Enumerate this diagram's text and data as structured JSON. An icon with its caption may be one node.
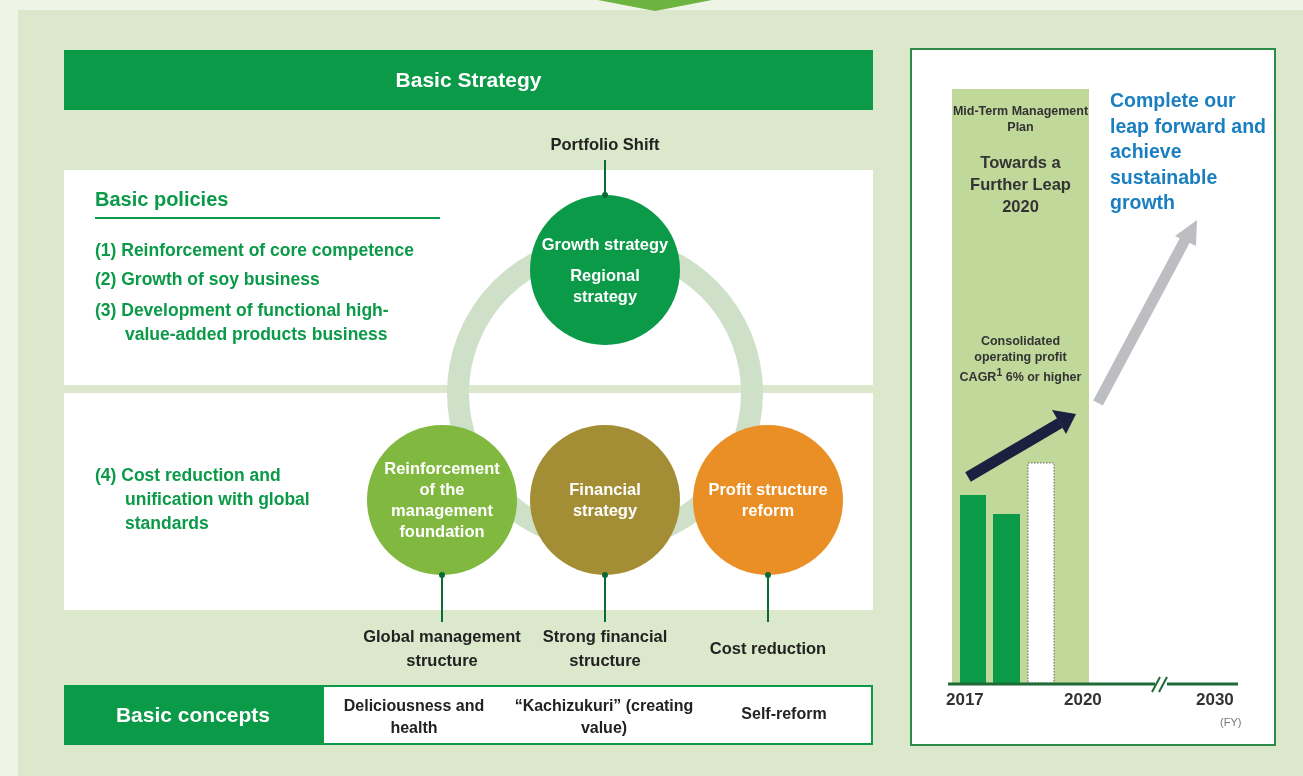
{
  "diagram": {
    "nodes": [
      {
        "text": [
          "Basic Strategy"
        ]
      },
      {
        "text": [
          "Basic policies",
          "(1) Reinforcement of core competence",
          "(2) Growth of soy business",
          "(3) Development of functional high-value-added products business"
        ]
      },
      {
        "text": [
          "(4) Cost reduction and unification with global standards"
        ]
      },
      {
        "text": [
          "Growth strategy",
          "Regional strategy"
        ],
        "in": 1
      },
      {
        "text": [
          "Portfolio Shift"
        ]
      },
      {
        "text": [
          "Reinforcement of the management foundation"
        ],
        "in": 2
      },
      {
        "text": [
          "Financial strategy"
        ],
        "in": 2
      },
      {
        "text": [
          "Profit structure reform"
        ],
        "in": 2
      },
      {
        "text": [
          "Global management structure"
        ]
      },
      {
        "text": [
          "Strong financial structure"
        ]
      },
      {
        "text": [
          "Cost reduction"
        ]
      },
      {
        "text": [
          "Basic concepts"
        ]
      },
      {
        "text": [
          "Deliciousness and health",
          "“Kachizukuri” (creating value)",
          "Self-reform"
        ]
      },
      {
        "text": [],
        "shape": "box"
      },
      {
        "text": [
          "Mid-Term Management Plan",
          "Towards a Further Leap 2020",
          "Consolidated operating profit CAGR$^{1}$ 6% or higher"
        ],
        "in": 13
      }
    ],
    "edges": [
      {
        "from": 4,
        "to": 3,
        "arrow": "other"
      },
      {
        "from": 8,
        "to": 5,
        "arrow": "other"
      },
      {
        "from": 9,
        "to": 6,
        "arrow": "other"
      },
      {
        "from": 10,
        "to": 7,
        "arrow": "other"
      }
    ],
    "labels": [
      "Complete our leap forward and achieve sustainable growth",
      "2017",
      "2020",
      "2030",
      "(FY)"
    ]
  }
}
